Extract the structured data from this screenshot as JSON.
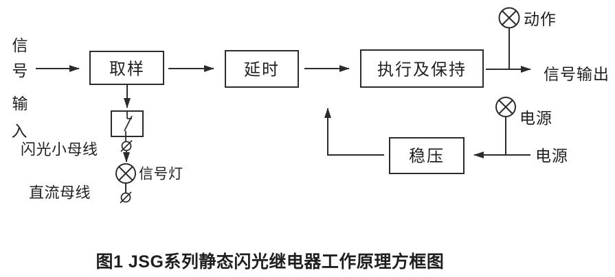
{
  "diagram": {
    "signal_input_vertical": [
      "信",
      "号",
      "输",
      "入"
    ],
    "blocks": {
      "sampling": "取样",
      "delay": "延时",
      "execute_and_hold": "执行及保持",
      "voltage_regulator": "稳压"
    },
    "labels": {
      "flash_minibus": "闪光小母线",
      "dc_bus": "直流母线",
      "signal_lamp": "信号灯",
      "action_lamp": "动作",
      "power_lamp": "电源",
      "power_source": "电源",
      "signal_output": "信号输出"
    },
    "caption": "图1 JSG系列静态闪光继电器工作原理方框图",
    "colors": {
      "line": "#2b2b2b",
      "text": "#1f1f1f",
      "background": "#ffffff"
    }
  }
}
